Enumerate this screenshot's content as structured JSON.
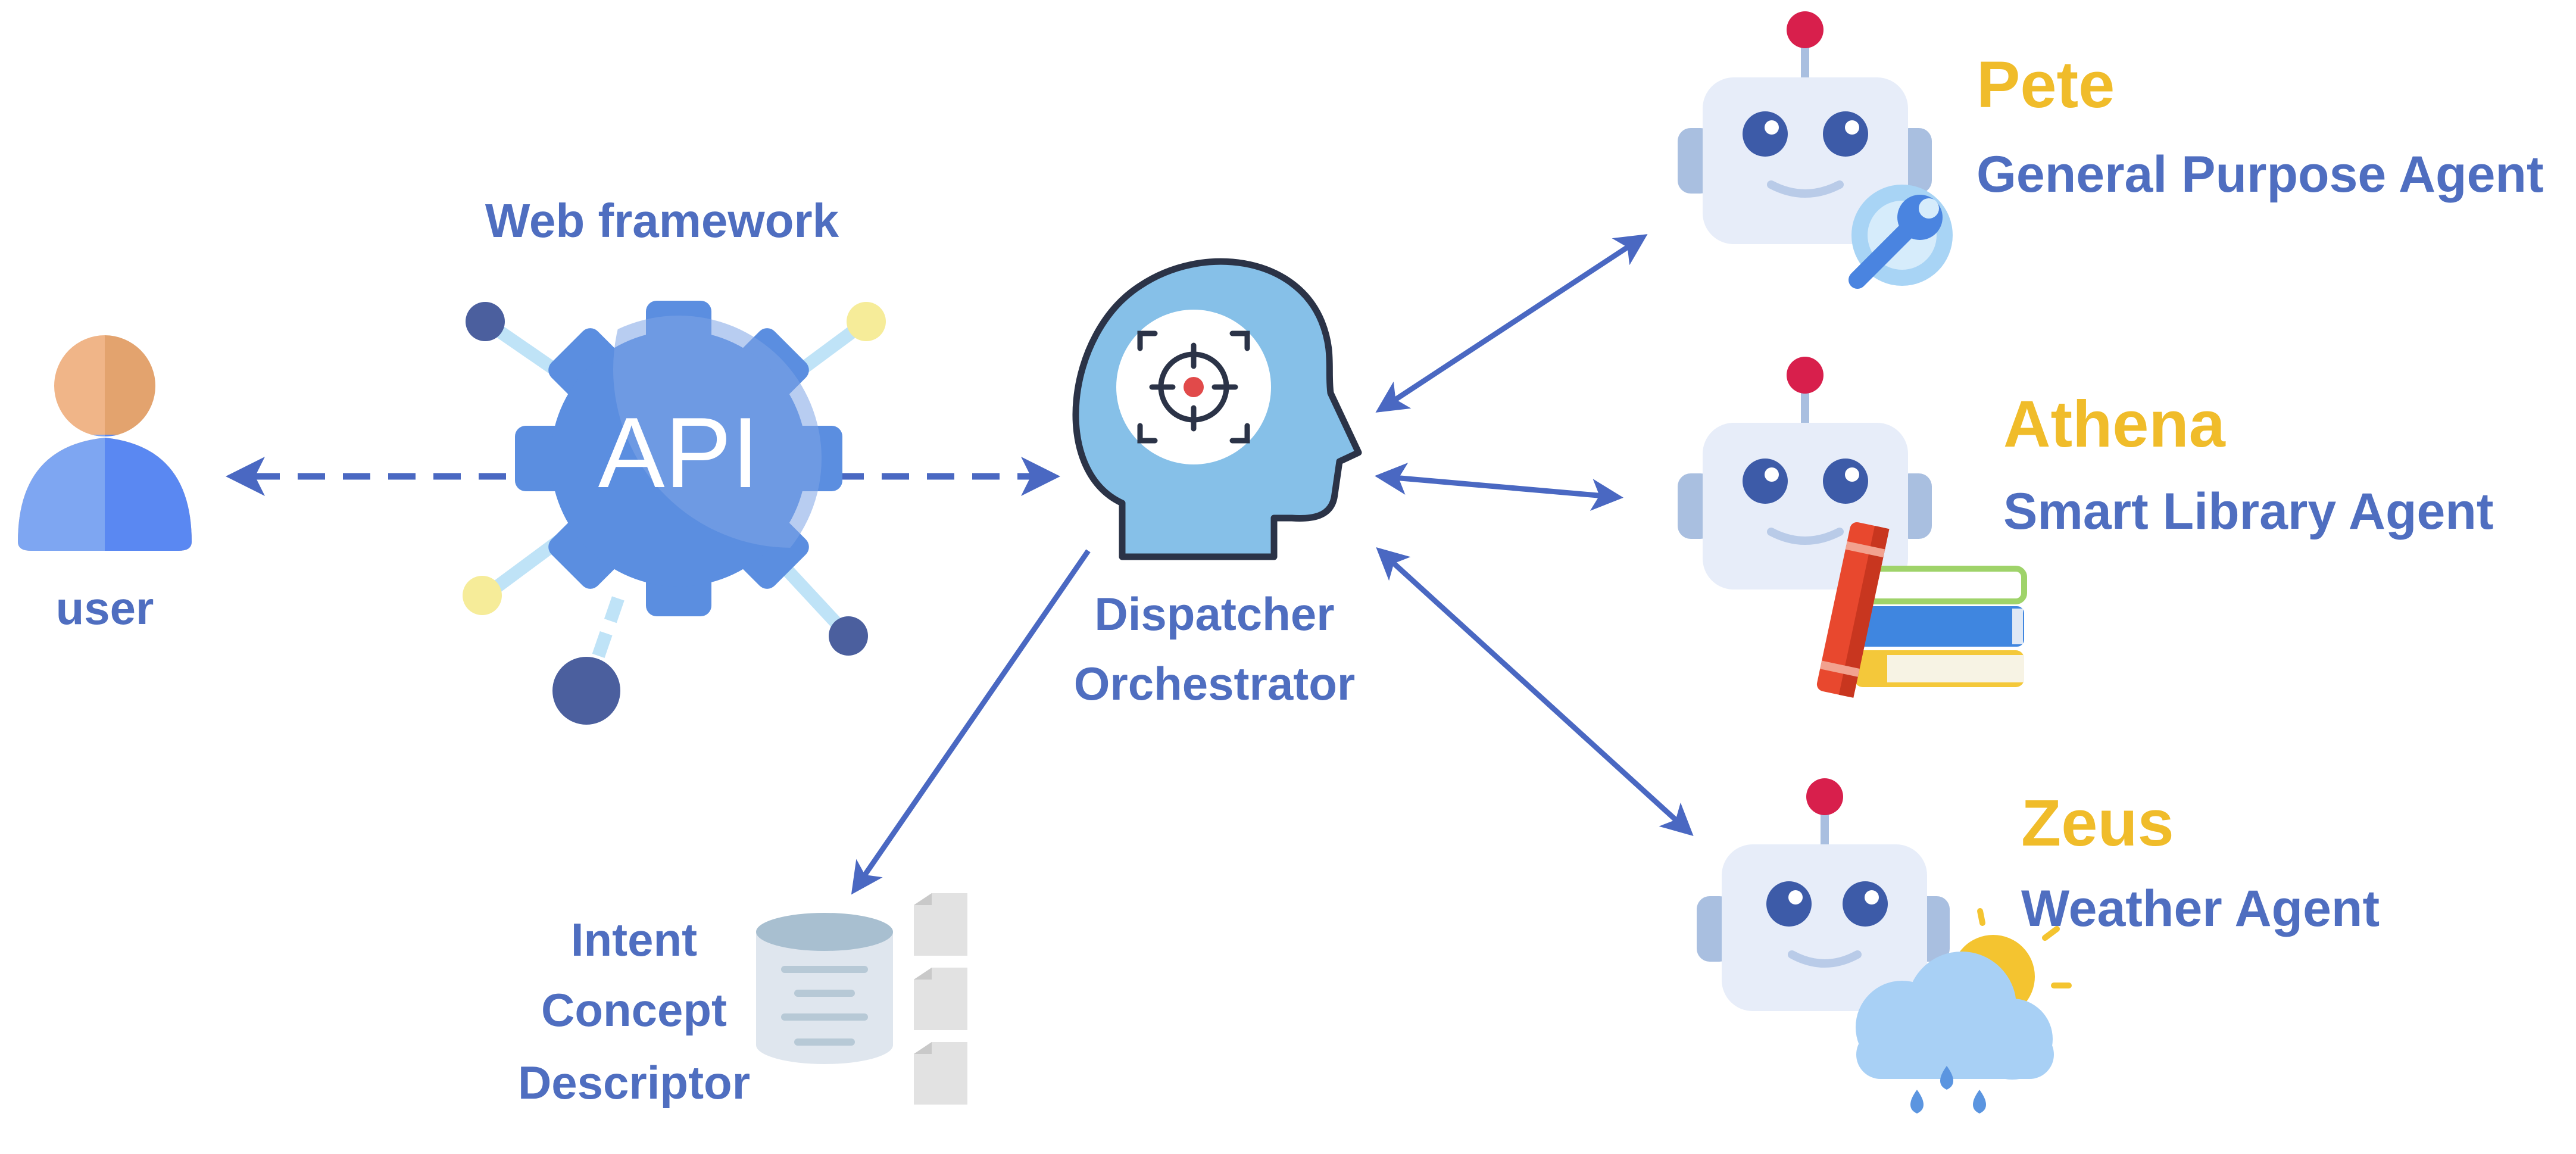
{
  "colors": {
    "label_blue": "#4f6ec0",
    "agent_name_gold": "#f0bc2a",
    "arrow_blue": "#4a68c2",
    "head_blue": "#86c0e8",
    "gear_blue": "#5b8ee0",
    "robot_body": "#e7edf9",
    "robot_antenna": "#d81f4c"
  },
  "user": {
    "label": "user",
    "icon": "user-icon"
  },
  "web_framework": {
    "title": "Web framework",
    "gear_text": "API",
    "icon": "api-gear-icon"
  },
  "dispatcher": {
    "line1": "Dispatcher",
    "line2": "Orchestrator",
    "icon": "head-target-icon"
  },
  "database": {
    "line1": "Intent",
    "line2": "Concept",
    "line3": "Descriptor",
    "icon": "database-icon"
  },
  "agents": [
    {
      "name": "Pete",
      "role": "General Purpose Agent",
      "icon": "robot-wrench-icon"
    },
    {
      "name": "Athena",
      "role": "Smart Library Agent",
      "icon": "robot-books-icon"
    },
    {
      "name": "Zeus",
      "role": "Weather Agent",
      "icon": "robot-weather-icon"
    }
  ]
}
